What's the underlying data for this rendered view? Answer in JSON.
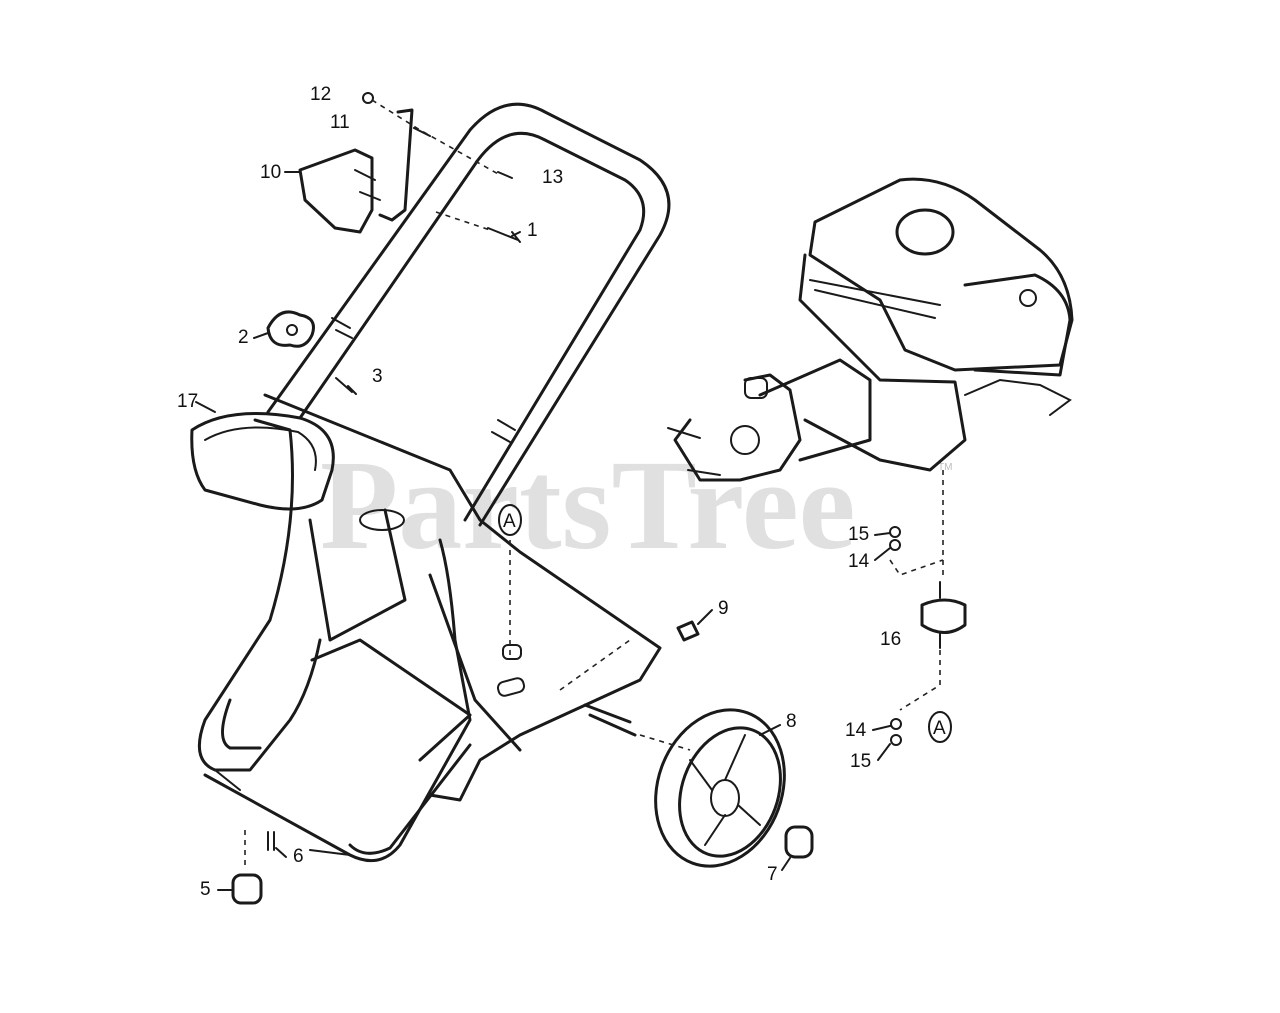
{
  "watermark": {
    "text": "PartsTree",
    "trademark": "TM"
  },
  "callouts": {
    "c1": "1",
    "c2": "2",
    "c3": "3",
    "c5": "5",
    "c6": "6",
    "c7": "7",
    "c8": "8",
    "c9": "9",
    "c10": "10",
    "c11": "11",
    "c12": "12",
    "c13": "13",
    "c14a": "14",
    "c14b": "14",
    "c15a": "15",
    "c15b": "15",
    "c16": "16",
    "c17": "17"
  },
  "reference_markers": {
    "a1": "A",
    "a2": "A"
  }
}
